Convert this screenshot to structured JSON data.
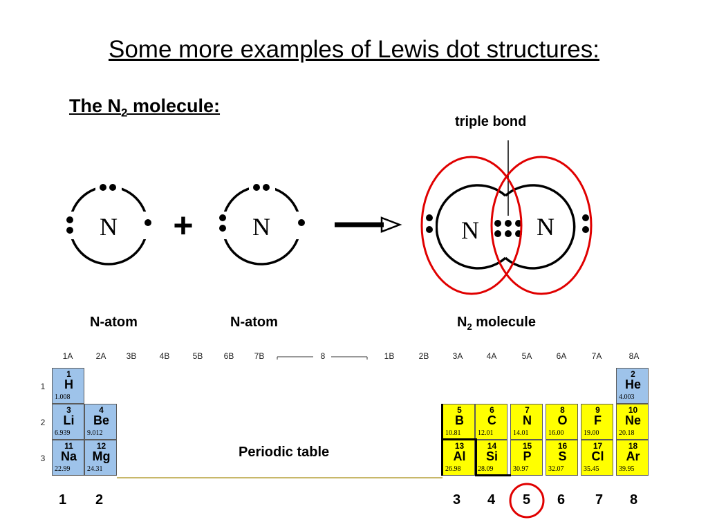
{
  "title": "Some more examples of Lewis dot structures:",
  "subtitle": {
    "prefix": "The N",
    "sub": "2",
    "suffix": " molecule:"
  },
  "diagram": {
    "atom_symbol": "N",
    "plus": "+",
    "bond_label": "triple bond",
    "labels": {
      "atom1": "N-atom",
      "atom2": "N-atom",
      "molecule_prefix": "N",
      "molecule_sub": "2",
      "molecule_suffix": " molecule"
    },
    "highlight_color": "#e00000"
  },
  "periodic_table": {
    "caption": "Periodic table",
    "group_headers": [
      "1A",
      "2A",
      "3B",
      "4B",
      "5B",
      "6B",
      "7B",
      "8",
      "1B",
      "2B",
      "3A",
      "4A",
      "5A",
      "6A",
      "7A",
      "8A"
    ],
    "periods": [
      "1",
      "2",
      "3"
    ],
    "elements": [
      {
        "num": "1",
        "sym": "H",
        "mass": "1.008"
      },
      {
        "num": "2",
        "sym": "He",
        "mass": "4.003"
      },
      {
        "num": "3",
        "sym": "Li",
        "mass": "6.939"
      },
      {
        "num": "4",
        "sym": "Be",
        "mass": "9.012"
      },
      {
        "num": "5",
        "sym": "B",
        "mass": "10.81"
      },
      {
        "num": "6",
        "sym": "C",
        "mass": "12.01"
      },
      {
        "num": "7",
        "sym": "N",
        "mass": "14.01"
      },
      {
        "num": "8",
        "sym": "O",
        "mass": "16.00"
      },
      {
        "num": "9",
        "sym": "F",
        "mass": "19.00"
      },
      {
        "num": "10",
        "sym": "Ne",
        "mass": "20.18"
      },
      {
        "num": "11",
        "sym": "Na",
        "mass": "22.99"
      },
      {
        "num": "12",
        "sym": "Mg",
        "mass": "24.31"
      },
      {
        "num": "13",
        "sym": "Al",
        "mass": "26.98"
      },
      {
        "num": "14",
        "sym": "Si",
        "mass": "28.09"
      },
      {
        "num": "15",
        "sym": "P",
        "mass": "30.97"
      },
      {
        "num": "16",
        "sym": "S",
        "mass": "32.07"
      },
      {
        "num": "17",
        "sym": "Cl",
        "mass": "35.45"
      },
      {
        "num": "18",
        "sym": "Ar",
        "mass": "39.95"
      }
    ],
    "valence_labels": [
      "1",
      "2",
      "3",
      "4",
      "5",
      "6",
      "7",
      "8"
    ],
    "highlighted_valence": "5",
    "colors": {
      "s_block": "#9ec3ea",
      "p_block": "#ffff00"
    }
  }
}
